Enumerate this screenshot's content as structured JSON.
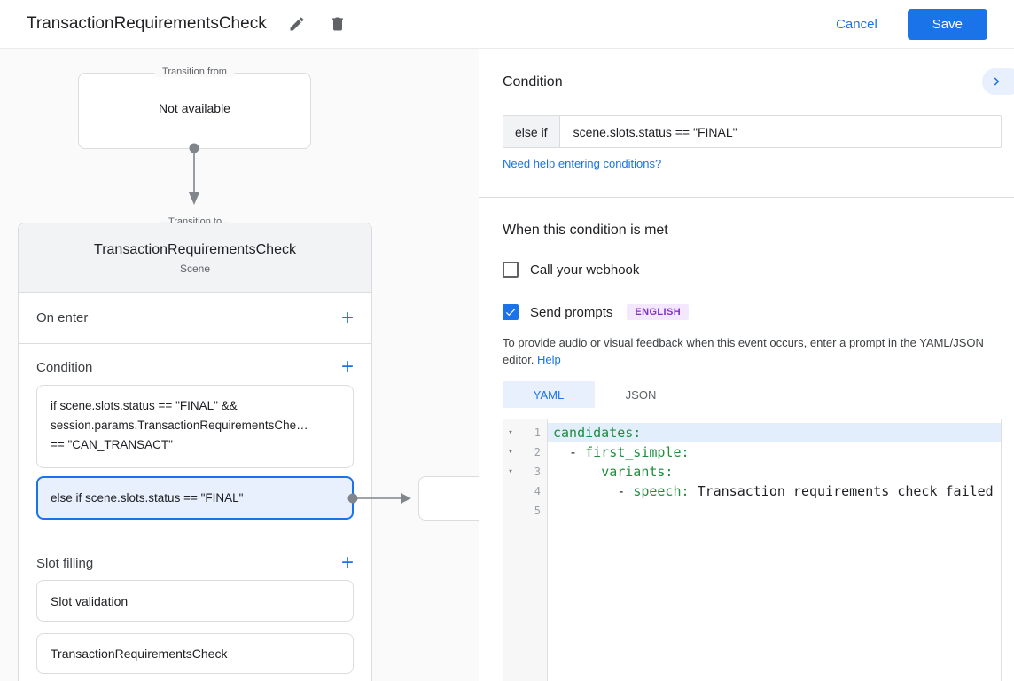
{
  "header": {
    "title": "TransactionRequirementsCheck",
    "cancel_label": "Cancel",
    "save_label": "Save"
  },
  "canvas": {
    "transition_from": {
      "legend": "Transition from",
      "content": "Not available"
    },
    "scene_card": {
      "legend": "Transition to",
      "title": "TransactionRequirementsCheck",
      "subtitle": "Scene",
      "on_enter": {
        "label": "On enter",
        "add": "+"
      },
      "condition": {
        "label": "Condition",
        "add": "+",
        "boxes": [
          {
            "text": "if scene.slots.status == \"FINAL\" &&\nsession.params.TransactionRequirementsChe…\n== \"CAN_TRANSACT\"",
            "selected": false
          },
          {
            "text": "else if scene.slots.status == \"FINAL\"",
            "selected": true
          }
        ]
      },
      "slot_filling": {
        "label": "Slot filling",
        "add": "+",
        "items": [
          "Slot validation",
          "TransactionRequirementsCheck"
        ]
      }
    }
  },
  "panel": {
    "title": "Condition",
    "condition_input": {
      "prefix": "else if",
      "value": "scene.slots.status == \"FINAL\""
    },
    "help_link": "Need help entering conditions?",
    "section_title": "When this condition is met",
    "webhook": {
      "label": "Call your webhook",
      "checked": false
    },
    "prompts": {
      "label": "Send prompts",
      "checked": true,
      "badge": "ENGLISH"
    },
    "description": "To provide audio or visual feedback when this event occurs, enter a prompt in the YAML/JSON editor.",
    "description_link": "Help",
    "tabs": [
      {
        "label": "YAML",
        "active": true
      },
      {
        "label": "JSON",
        "active": false
      }
    ],
    "editor": {
      "lines": [
        {
          "num": 1,
          "fold": true,
          "active": true,
          "segments": [
            {
              "c": "key",
              "text": "candidates:"
            }
          ]
        },
        {
          "num": 2,
          "fold": true,
          "active": false,
          "segments": [
            {
              "c": "plain",
              "text": "  - "
            },
            {
              "c": "key",
              "text": "first_simple:"
            }
          ]
        },
        {
          "num": 3,
          "fold": true,
          "active": false,
          "segments": [
            {
              "c": "plain",
              "text": "      "
            },
            {
              "c": "key",
              "text": "variants:"
            }
          ]
        },
        {
          "num": 4,
          "fold": false,
          "active": false,
          "segments": [
            {
              "c": "plain",
              "text": "        - "
            },
            {
              "c": "key",
              "text": "speech: "
            },
            {
              "c": "plain",
              "text": "Transaction requirements check failed"
            }
          ]
        },
        {
          "num": 5,
          "fold": false,
          "active": false,
          "segments": []
        }
      ]
    }
  },
  "colors": {
    "accent_blue": "#1a73e8",
    "selected_fill": "#e8f0fe",
    "badge_bg": "#f3e8fd",
    "badge_text": "#8430ce",
    "yaml_key_green": "#1e8e3e",
    "canvas_bg": "#fafafa",
    "border_gray": "#dadce0"
  }
}
